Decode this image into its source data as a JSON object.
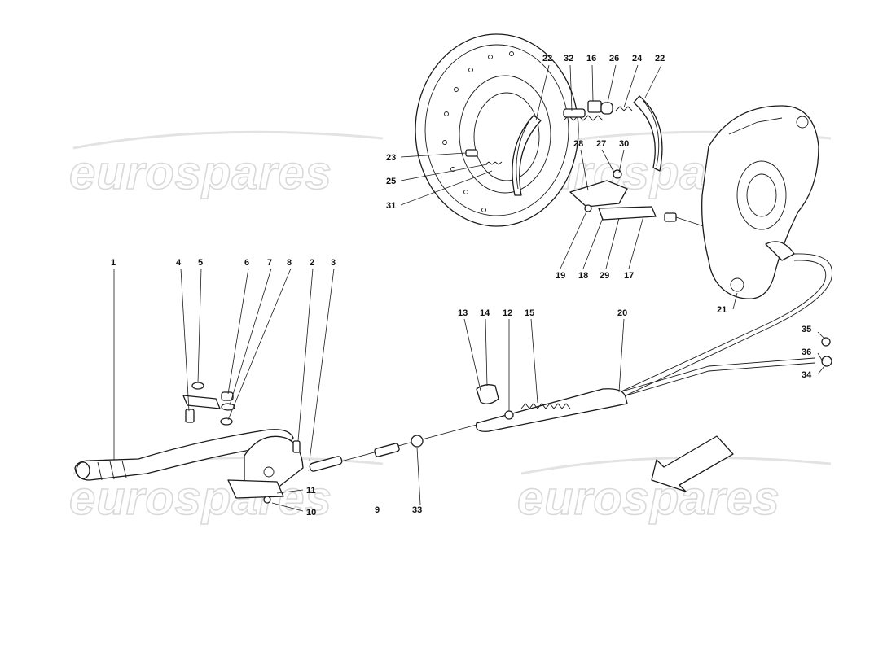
{
  "watermarks": [
    {
      "text": "eurospares"
    },
    {
      "text": "eurospares"
    },
    {
      "text": "eurospares"
    },
    {
      "text": "eurospares"
    }
  ],
  "callouts": {
    "c1": "1",
    "c2": "2",
    "c3": "3",
    "c4": "4",
    "c5": "5",
    "c6": "6",
    "c7": "7",
    "c8": "8",
    "c9": "9",
    "c10": "10",
    "c11": "11",
    "c12": "12",
    "c13": "13",
    "c14": "14",
    "c15": "15",
    "c16": "16",
    "c17": "17",
    "c18": "18",
    "c19": "19",
    "c20": "20",
    "c21": "21",
    "c22a": "22",
    "c22b": "22",
    "c23": "23",
    "c24": "24",
    "c25": "25",
    "c26": "26",
    "c27": "27",
    "c28": "28",
    "c29": "29",
    "c30": "30",
    "c31": "31",
    "c32": "32",
    "c33": "33",
    "c34": "34",
    "c35": "35",
    "c36": "36"
  }
}
